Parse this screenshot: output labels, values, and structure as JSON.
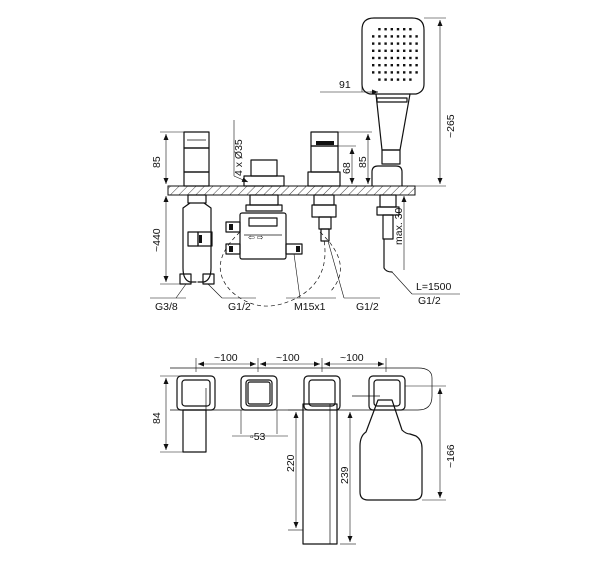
{
  "labels": {
    "width_91": "91",
    "height_265": "~265",
    "height_85_left": "85",
    "height_85_mid": "85",
    "height_68": "68",
    "diameter_4x35": "4 x Ø35",
    "depth_440": "~440",
    "max_30": "max. 30",
    "length_hose": "L=1500",
    "thread_g1_2_hose": "G1/2",
    "thread_g3_8": "G3/8",
    "thread_g1_2_left": "G1/2",
    "thread_m15x1": "M15x1",
    "thread_g1_2_mid": "G1/2",
    "spacing_100_a": "~100",
    "spacing_100_b": "~100",
    "spacing_100_c": "~100",
    "depth_84": "84",
    "square_53": "▫53",
    "length_220": "220",
    "length_239": "239",
    "length_166": "~166"
  }
}
